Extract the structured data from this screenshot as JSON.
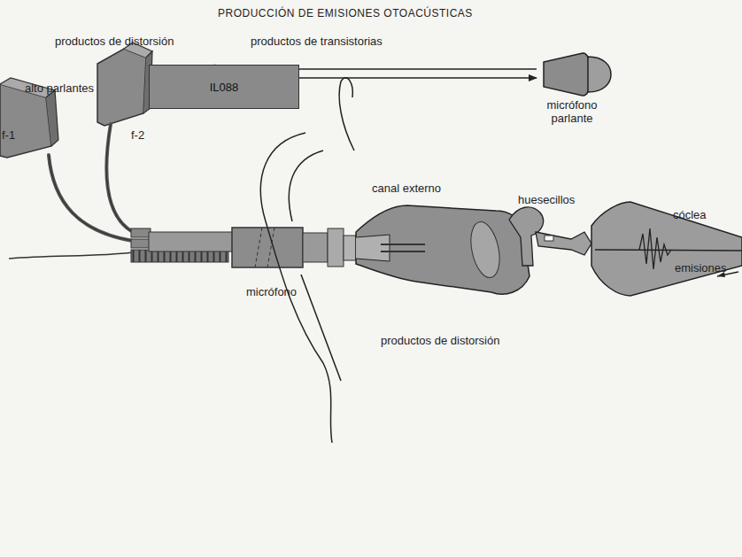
{
  "diagram": {
    "title": "PRODUCCIÓN DE EMISIONES OTOACÚSTICAS",
    "nodes": [
      {
        "text": [
          "IL088"
        ]
      },
      {
        "text": [
          "micrófono parlante"
        ]
      }
    ],
    "edges": [
      {
        "from": 1,
        "to": 0,
        "arrow": "to"
      },
      {
        "from": 0,
        "to": 1,
        "arrow": "to"
      }
    ],
    "labels": [
      "productos de distorsión",
      "productos de transistorias",
      "alto parlantes",
      "f-1",
      "f-2",
      "canal externo",
      "huesecillos",
      "cóclea",
      "emisiones",
      "micrófono",
      "productos de distorsión"
    ]
  }
}
